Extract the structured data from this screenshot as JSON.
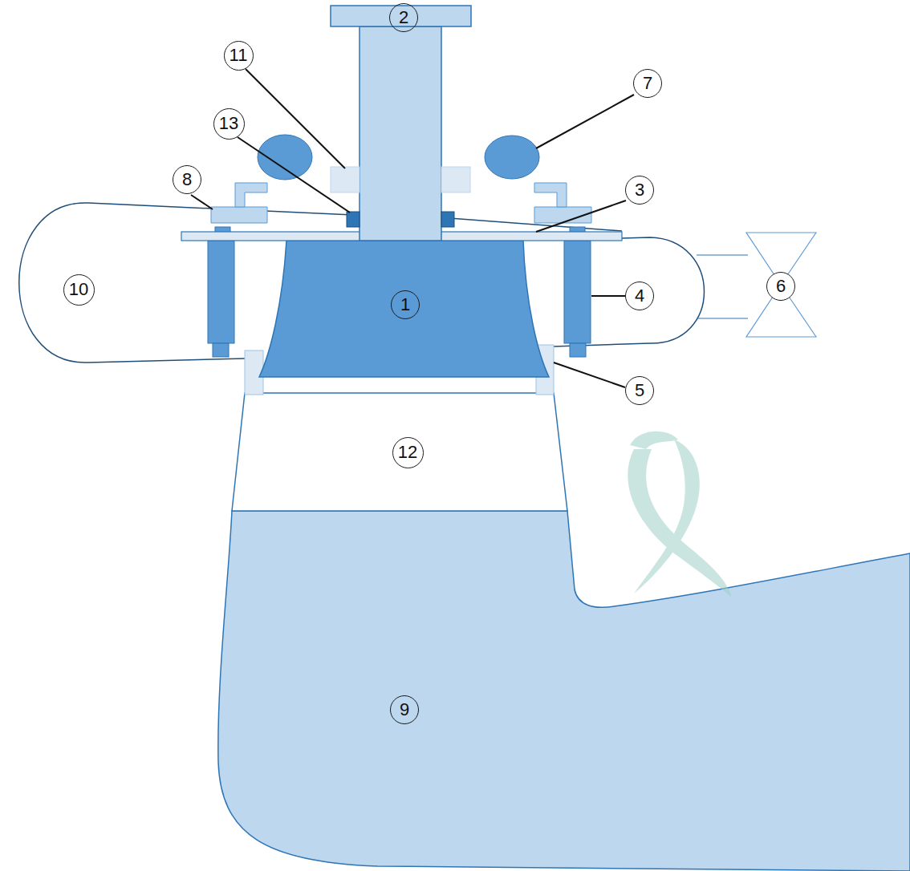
{
  "diagram": {
    "labels": [
      "2",
      "11",
      "7",
      "13",
      "8",
      "3",
      "10",
      "1",
      "4",
      "6",
      "5",
      "12",
      "9"
    ]
  }
}
